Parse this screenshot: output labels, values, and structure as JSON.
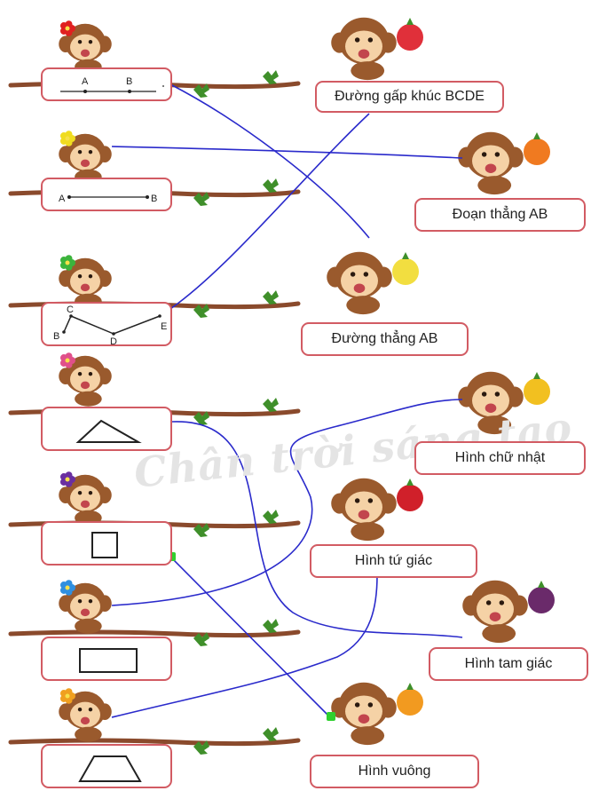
{
  "watermark": "Chân trời sáng tạo",
  "left_figures": [
    {
      "id": "line",
      "labels": [
        "A",
        "B"
      ]
    },
    {
      "id": "segment",
      "labels": [
        "A",
        "B"
      ]
    },
    {
      "id": "polyline",
      "labels": [
        "B",
        "C",
        "D",
        "E"
      ]
    },
    {
      "id": "triangle"
    },
    {
      "id": "square"
    },
    {
      "id": "rectangle"
    },
    {
      "id": "quadrilateral"
    }
  ],
  "right_labels": [
    "Đường gấp khúc BCDE",
    "Đoạn thẳng AB",
    "Đường thẳng AB",
    "Hình chữ nhật",
    "Hình tứ giác",
    "Hình tam giác",
    "Hình vuông"
  ],
  "colors": {
    "branch": "#8a4a2c",
    "leaf": "#3f8f2a",
    "box_border": "#d25b63",
    "connector": "#2a2acb",
    "dot": "#2fd02f",
    "monkey_fur": "#9a5a2d",
    "monkey_face": "#f5d2a6"
  },
  "flowers": [
    "red",
    "yellow",
    "green",
    "pink",
    "purple",
    "blue",
    "orange"
  ],
  "fruits": [
    "strawberry",
    "papaya",
    "banana",
    "mango",
    "apple",
    "mangosteen",
    "orange"
  ]
}
